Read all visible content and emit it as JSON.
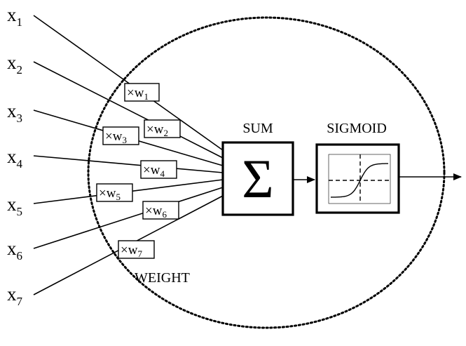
{
  "inputs": [
    {
      "var": "x",
      "idx": "1"
    },
    {
      "var": "x",
      "idx": "2"
    },
    {
      "var": "x",
      "idx": "3"
    },
    {
      "var": "x",
      "idx": "4"
    },
    {
      "var": "x",
      "idx": "5"
    },
    {
      "var": "x",
      "idx": "6"
    },
    {
      "var": "x",
      "idx": "7"
    }
  ],
  "weights": [
    {
      "op": "×",
      "var": "w",
      "idx": "1"
    },
    {
      "op": "×",
      "var": "w",
      "idx": "2"
    },
    {
      "op": "×",
      "var": "w",
      "idx": "3"
    },
    {
      "op": "×",
      "var": "w",
      "idx": "4"
    },
    {
      "op": "×",
      "var": "w",
      "idx": "5"
    },
    {
      "op": "×",
      "var": "w",
      "idx": "6"
    },
    {
      "op": "×",
      "var": "w",
      "idx": "7"
    }
  ],
  "labels": {
    "sum": "SUM",
    "sigmoid": "SIGMOID",
    "weight": "WEIGHT",
    "sigma_symbol": "Σ"
  },
  "colors": {
    "stroke": "#000000",
    "background": "#ffffff"
  }
}
